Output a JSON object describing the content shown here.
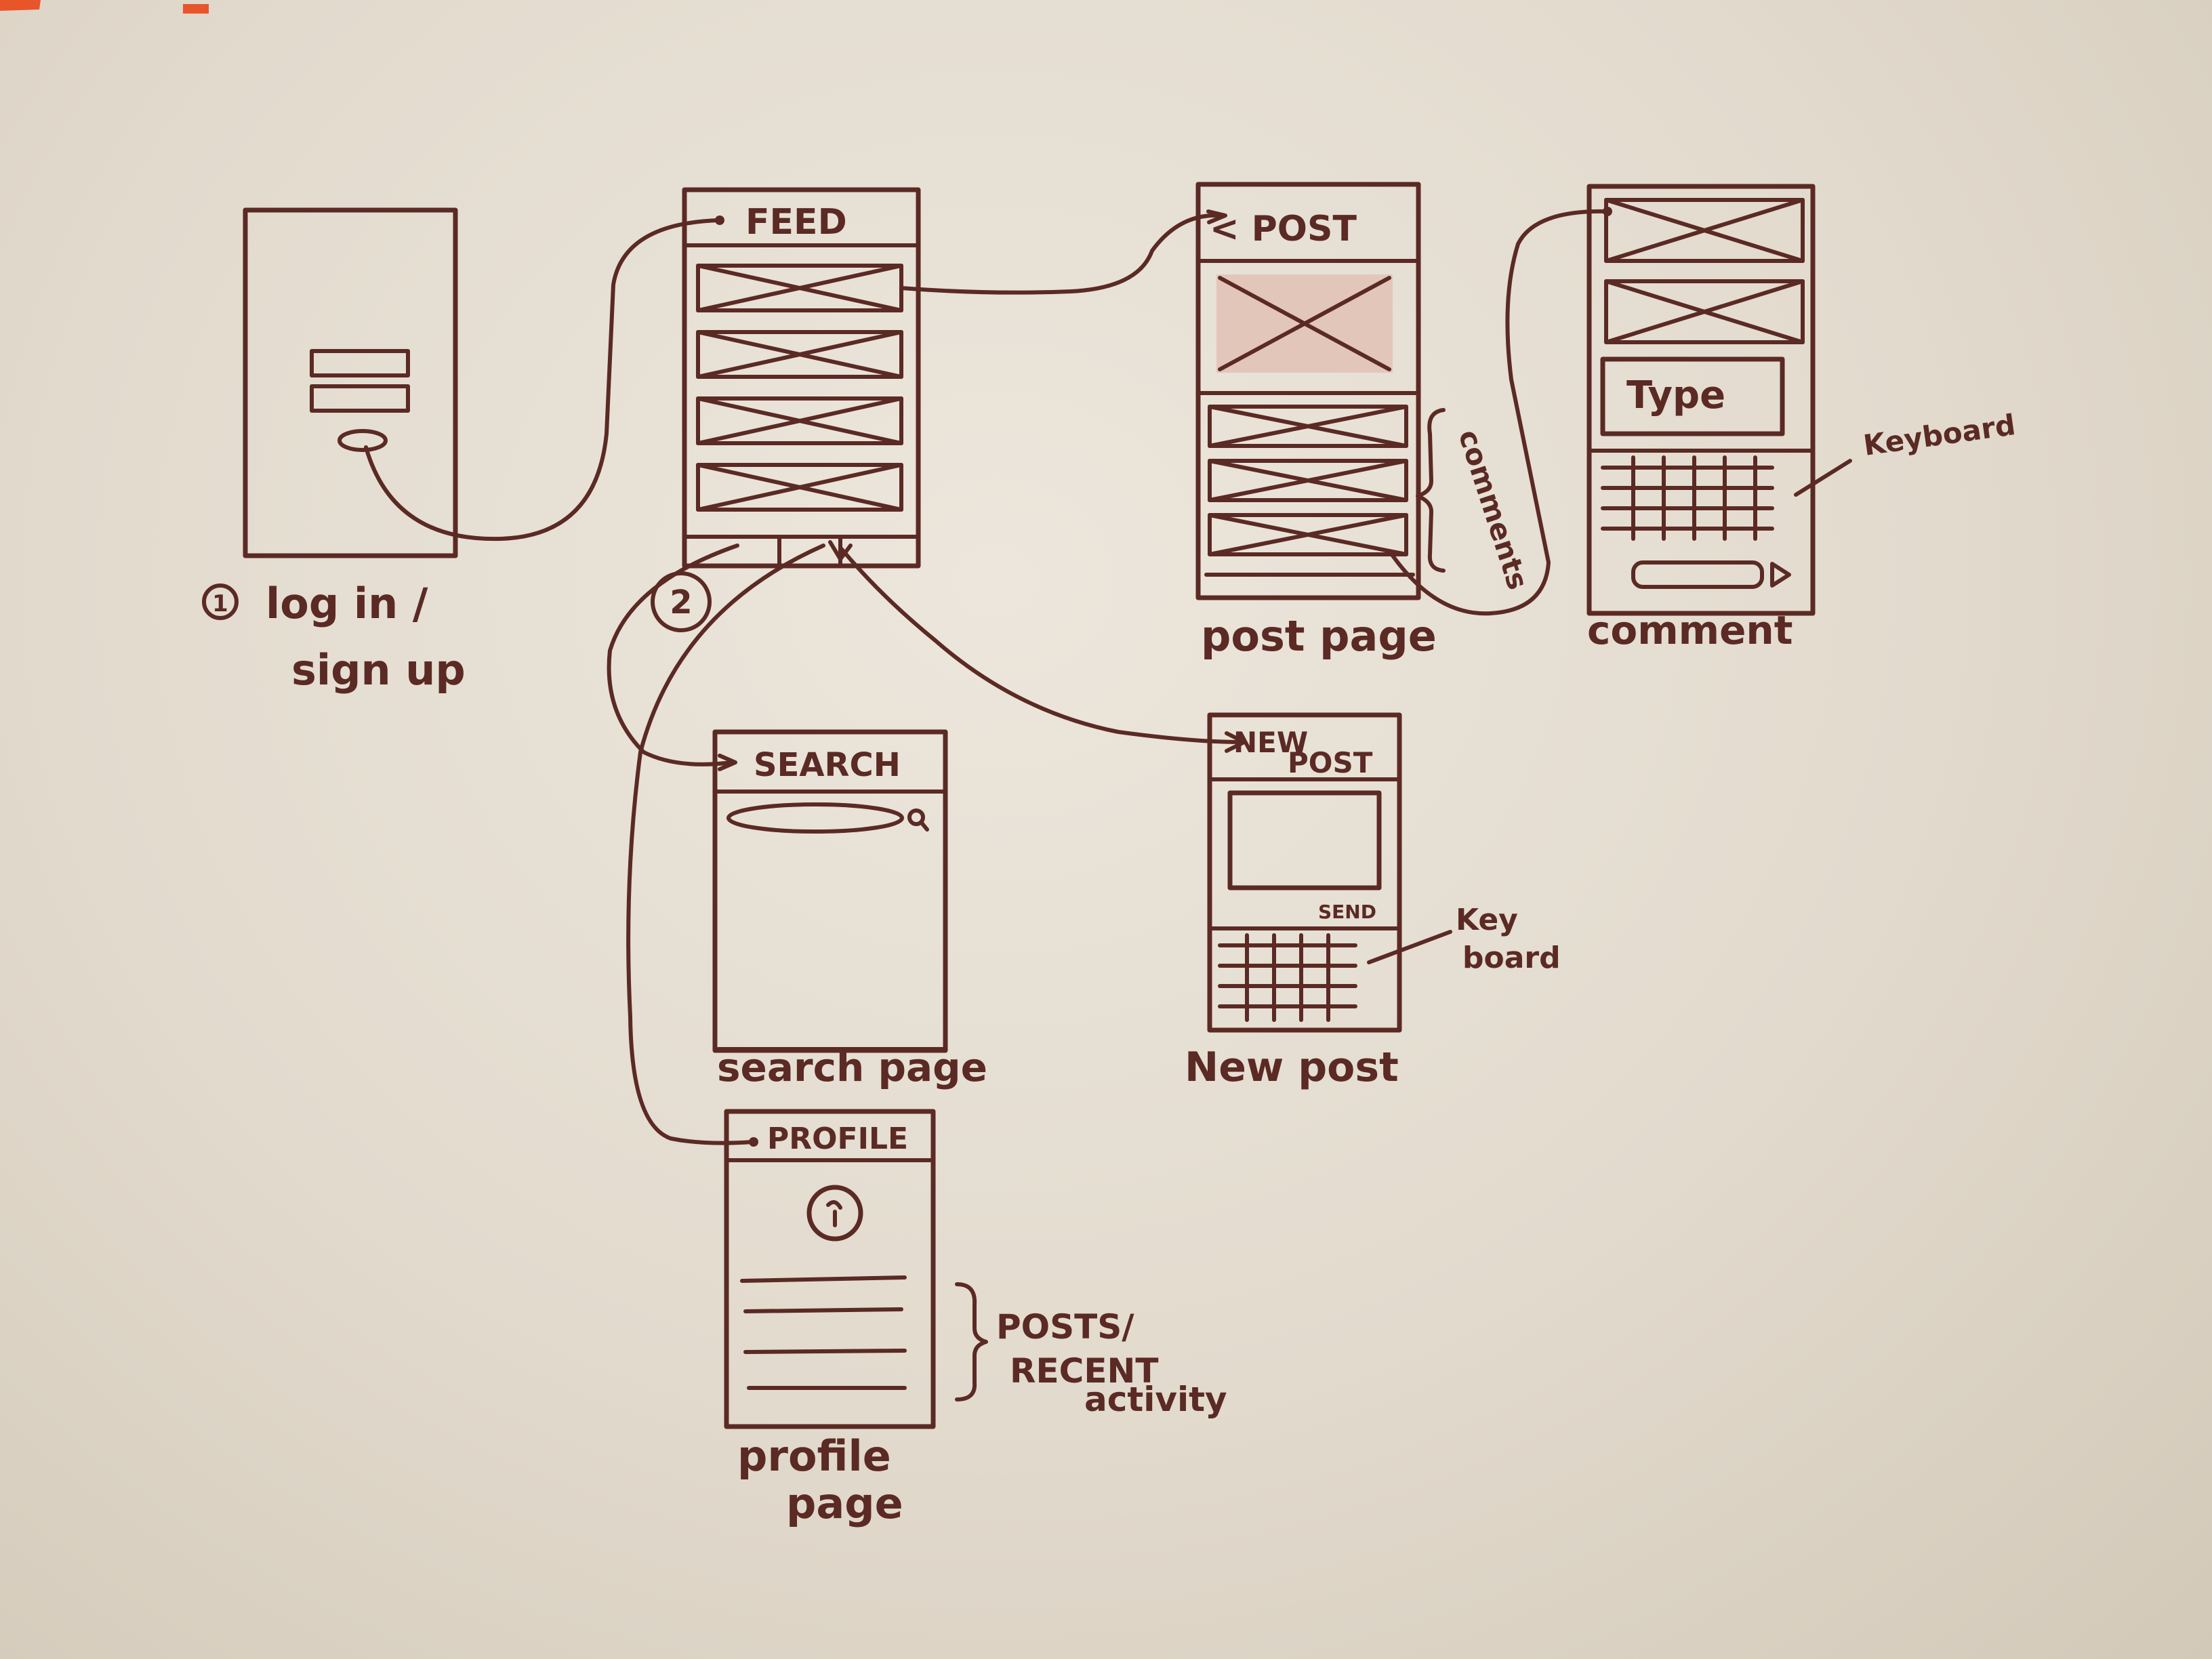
{
  "screens": {
    "login": {
      "caption_num": "1",
      "caption_line1": "log in /",
      "caption_line2": "sign up"
    },
    "feed": {
      "header": "FEED",
      "label_num": "2"
    },
    "post": {
      "header": "< POST",
      "caption": "post page",
      "side_note": "comments"
    },
    "comment": {
      "input_label": "Type",
      "caption": "comment",
      "side_note": "Keyboard"
    },
    "search": {
      "header": "SEARCH",
      "caption": "search page"
    },
    "new_post": {
      "header_line1": "NEW",
      "header_line2": "POST",
      "send_label": "SEND",
      "caption": "New post",
      "side_note_line1": "Key",
      "side_note_line2": "board"
    },
    "profile": {
      "header": "PROFILE",
      "caption_line1": "profile",
      "caption_line2": "page",
      "side_note_line1": "POSTS/",
      "side_note_line2": "RECENT",
      "side_note_line3": "activity"
    }
  },
  "colors": {
    "marker": "#5b2a24",
    "corner_marker": "#e8552a",
    "board": "#e6dfd3"
  }
}
